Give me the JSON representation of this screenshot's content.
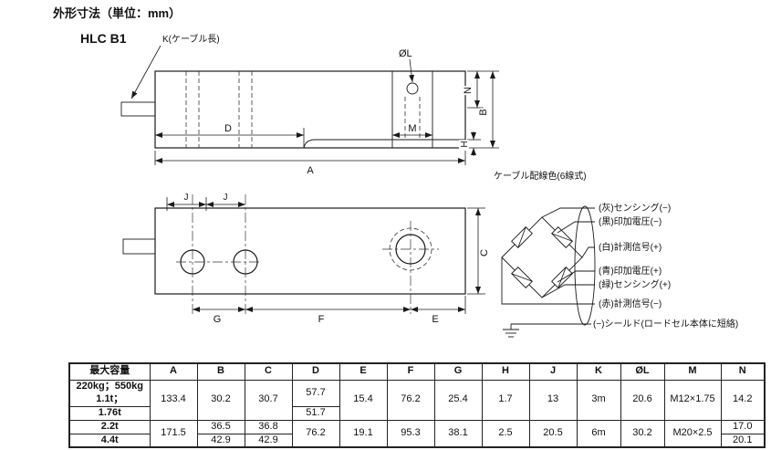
{
  "doc": {
    "title": "外形寸法（単位：mm）",
    "model": "HLC B1",
    "cable_len_label": "K(ケーブル長)"
  },
  "side_view": {
    "dim_ol": "ØL",
    "dim_d": "D",
    "dim_a": "A",
    "dim_m": "M",
    "dim_n": "N",
    "dim_b": "B",
    "dim_h": "H"
  },
  "top_view": {
    "dim_j1": "J",
    "dim_j2": "J",
    "dim_g": "G",
    "dim_f": "F",
    "dim_e": "E",
    "dim_c": "C"
  },
  "wiring": {
    "title": "ケーブル配線色(6線式)",
    "gray": "(灰)センシング(−)",
    "black": "(黒)印加電圧(−)",
    "white": "(白)計測信号(+)",
    "blue": "(青)印加電圧(+)",
    "green": "(緑)センシング(+)",
    "red": "(赤)計測信号(−)",
    "shield": "(−)シールド(ロードセル本体に短絡)"
  },
  "table": {
    "h_cap": "最大容量",
    "h": [
      "A",
      "B",
      "C",
      "D",
      "E",
      "F",
      "G",
      "H",
      "J",
      "K",
      "ØL",
      "M",
      "N"
    ],
    "r1": {
      "cap_line1": "220kg；550kg",
      "cap_line2": "1.1t；",
      "a": "133.4",
      "b": "30.2",
      "c": "30.7",
      "d": "57.7",
      "e": "15.4",
      "f": "76.2",
      "g": "25.4",
      "h": "1.7",
      "j": "13",
      "k": "3m",
      "ol": "20.6",
      "m": "M12×1.75",
      "n": "14.2"
    },
    "r2": {
      "cap": "1.76t",
      "d": "51.7"
    },
    "r3": {
      "cap": "2.2t",
      "a": "171.5",
      "b": "36.5",
      "c": "36.8",
      "d": "76.2",
      "e": "19.1",
      "f": "95.3",
      "g": "38.1",
      "h": "2.5",
      "j": "20.5",
      "k": "6m",
      "ol": "30.2",
      "m": "M20×2.5",
      "n": "17.0"
    },
    "r4": {
      "cap": "4.4t",
      "b": "42.9",
      "c": "42.9",
      "n": "20.1"
    }
  }
}
